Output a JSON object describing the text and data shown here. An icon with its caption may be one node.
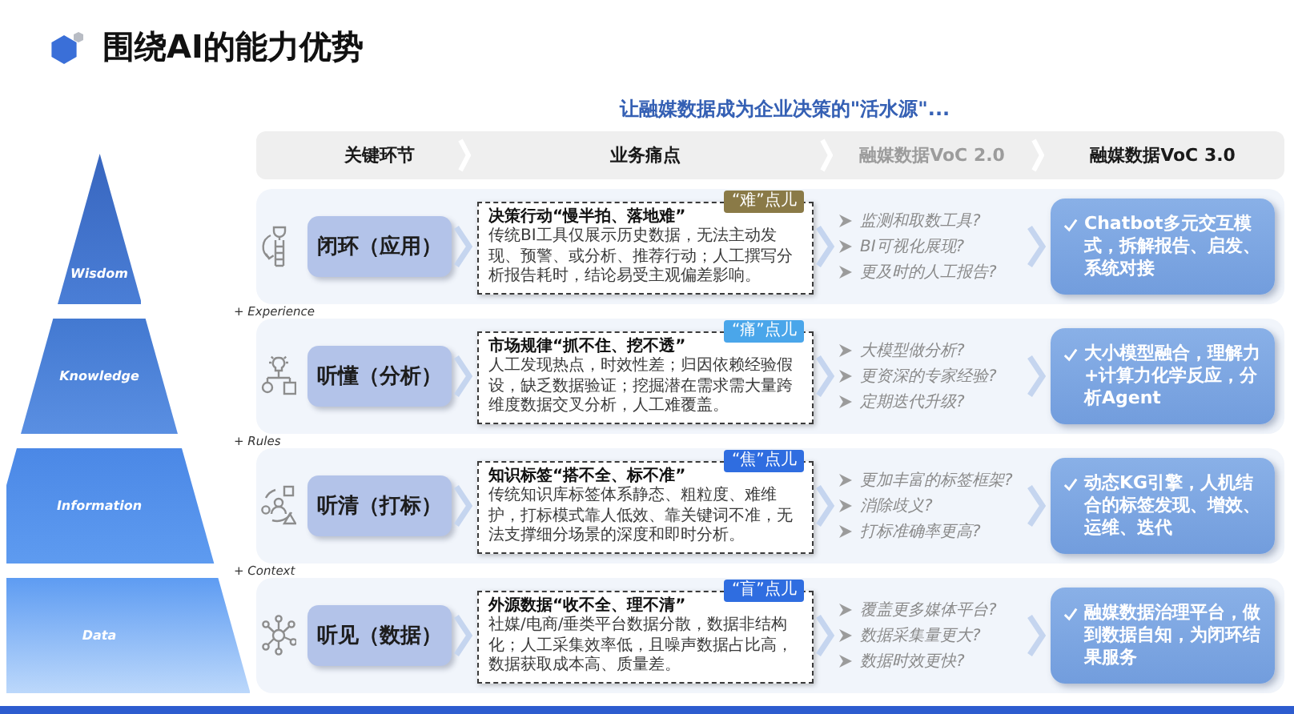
{
  "diagram": {
    "title": "围绕AI的能力优势",
    "nodes": [
      {
        "text": [
          "关键环节",
          "业务痛点",
          "融媒数据VoC 2.0",
          "融媒数据VoC 3.0"
        ]
      },
      {
        "text": [
          "Wisdom"
        ]
      },
      {
        "text": [],
        "shape": "box"
      },
      {
        "text": [
          "闭环（应用）"
        ],
        "in": 2
      },
      {
        "text": [
          "决策行动“慢半拍、落地难”",
          "传统BI工具仅展示历史数据，无法主动发现、预警、或分析、推荐行动；人工撰写分析报告耗时，结论易受主观偏差影响。"
        ],
        "in": 2
      },
      {
        "text": [
          "“难”点儿"
        ],
        "in": 2
      },
      {
        "text": [
          "监测和取数工具?",
          "BI可视化展现?",
          "更及时的人工报告?"
        ],
        "in": 2
      },
      {
        "text": [
          "Chatbot多元交互模式，拆解报告、启发、系统对接"
        ],
        "in": 2
      },
      {
        "text": [
          "Knowledge"
        ]
      },
      {
        "text": [],
        "shape": "box"
      },
      {
        "text": [
          "听懂（分析）"
        ],
        "in": 9
      },
      {
        "text": [
          "市场规律“抓不住、挖不透”",
          "人工发现热点，时效性差；归因依赖经验假设，缺乏数据验证；挖掘潜在需求需大量跨维度数据交叉分析，人工难覆盖。"
        ],
        "in": 9
      },
      {
        "text": [
          "“痛”点儿"
        ],
        "in": 9
      },
      {
        "text": [
          "大模型做分析?",
          "更资深的专家经验?",
          "定期迭代升级?"
        ],
        "in": 9
      },
      {
        "text": [
          "大小模型融合，理解力+计算力化学反应，分析Agent"
        ],
        "in": 9
      },
      {
        "text": [
          "Information"
        ]
      },
      {
        "text": [],
        "shape": "box"
      },
      {
        "text": [
          "听清（打标）"
        ],
        "in": 16
      },
      {
        "text": [
          "知识标签“搭不全、标不准”",
          "传统知识库标签体系静态、粗粒度、难维护，打标模式靠人低效、靠关键词不准，无法支撑细分场景的深度和即时分析。"
        ],
        "in": 16
      },
      {
        "text": [
          "“焦”点儿"
        ],
        "in": 16
      },
      {
        "text": [
          "更加丰富的标签框架?",
          "消除歧义?",
          "打标准确率更高?"
        ],
        "in": 16
      },
      {
        "text": [
          "动态KG引擎，人机结合的标签发现、增效、运维、迭代"
        ],
        "in": 16
      },
      {
        "text": [
          "Data"
        ]
      },
      {
        "text": [],
        "shape": "box"
      },
      {
        "text": [
          "听见（数据）"
        ],
        "in": 23
      },
      {
        "text": [
          "外源数据“收不全、理不清”",
          "社媒/电商/垂类平台数据分散，数据非结构化；人工采集效率低，且噪声数据占比高，数据获取成本高、质量差。"
        ],
        "in": 23
      },
      {
        "text": [
          "“盲”点儿"
        ],
        "in": 23
      },
      {
        "text": [
          "覆盖更多媒体平台?",
          "数据采集量更大?",
          "数据时效更快?"
        ],
        "in": 23
      },
      {
        "text": [
          "融媒数据治理平台，做到数据自知，为闭环结果服务"
        ],
        "in": 23
      }
    ],
    "edges": [
      {
        "from": 3,
        "to": 4,
        "arrow": "to"
      },
      {
        "from": 4,
        "to": 6,
        "arrow": "to"
      },
      {
        "from": 6,
        "to": 7,
        "arrow": "to"
      },
      {
        "from": 10,
        "to": 11,
        "arrow": "to"
      },
      {
        "from": 11,
        "to": 13,
        "arrow": "to"
      },
      {
        "from": 13,
        "to": 14,
        "arrow": "to"
      },
      {
        "from": 17,
        "to": 18,
        "arrow": "to"
      },
      {
        "from": 18,
        "to": 20,
        "arrow": "to"
      },
      {
        "from": 20,
        "to": 21,
        "arrow": "to"
      },
      {
        "from": 24,
        "to": 25,
        "arrow": "to"
      },
      {
        "from": 25,
        "to": 27,
        "arrow": "to"
      },
      {
        "from": 27,
        "to": 28,
        "arrow": "to"
      }
    ],
    "labels": [
      "让融媒数据成为企业决策的\"活水源\"...",
      "+ Experience",
      "+ Rules",
      "+ Context"
    ]
  }
}
